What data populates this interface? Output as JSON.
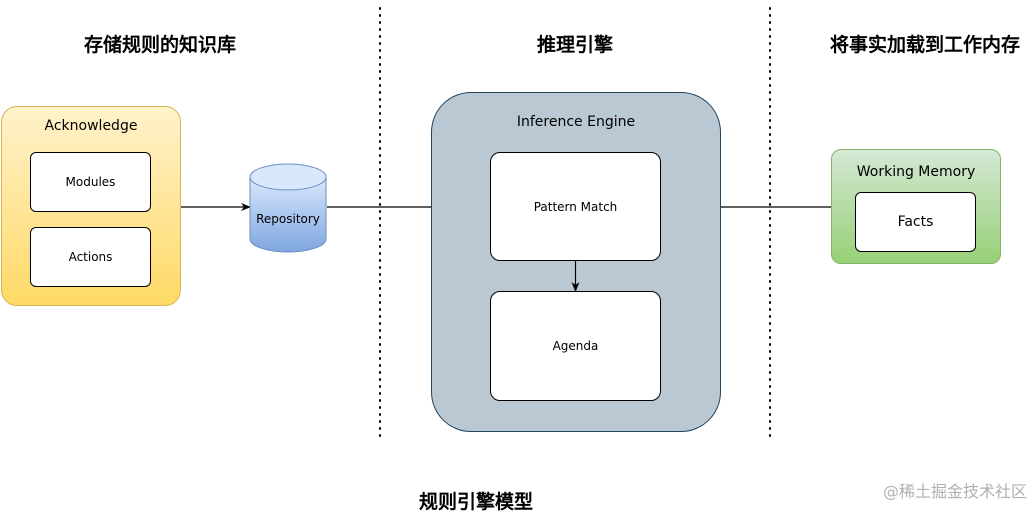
{
  "headings": {
    "left": "存储规则的知识库",
    "center": "推理引擎",
    "right": "将事实加载到工作内存",
    "bottom": "规则引擎模型"
  },
  "acknowledge": {
    "title": "Acknowledge",
    "items": [
      "Modules",
      "Actions"
    ]
  },
  "repository": {
    "label": "Repository"
  },
  "engine": {
    "title": "Inference Engine",
    "pattern_match": "Pattern Match",
    "agenda": "Agenda"
  },
  "working_memory": {
    "title": "Working Memory",
    "facts": "Facts"
  },
  "watermark": "@稀土掘金技术社区",
  "colors": {
    "acknowledge_top": "#fff2cc",
    "acknowledge_bottom": "#ffd966",
    "acknowledge_border": "#d6b656",
    "repository_top": "#dae8fc",
    "repository_bottom": "#7ea6e0",
    "repository_border": "#6c8ebf",
    "engine_fill": "#bac8d3",
    "engine_border": "#23445d",
    "wm_top": "#d5e8d4",
    "wm_bottom": "#97d077",
    "wm_border": "#82b366"
  }
}
